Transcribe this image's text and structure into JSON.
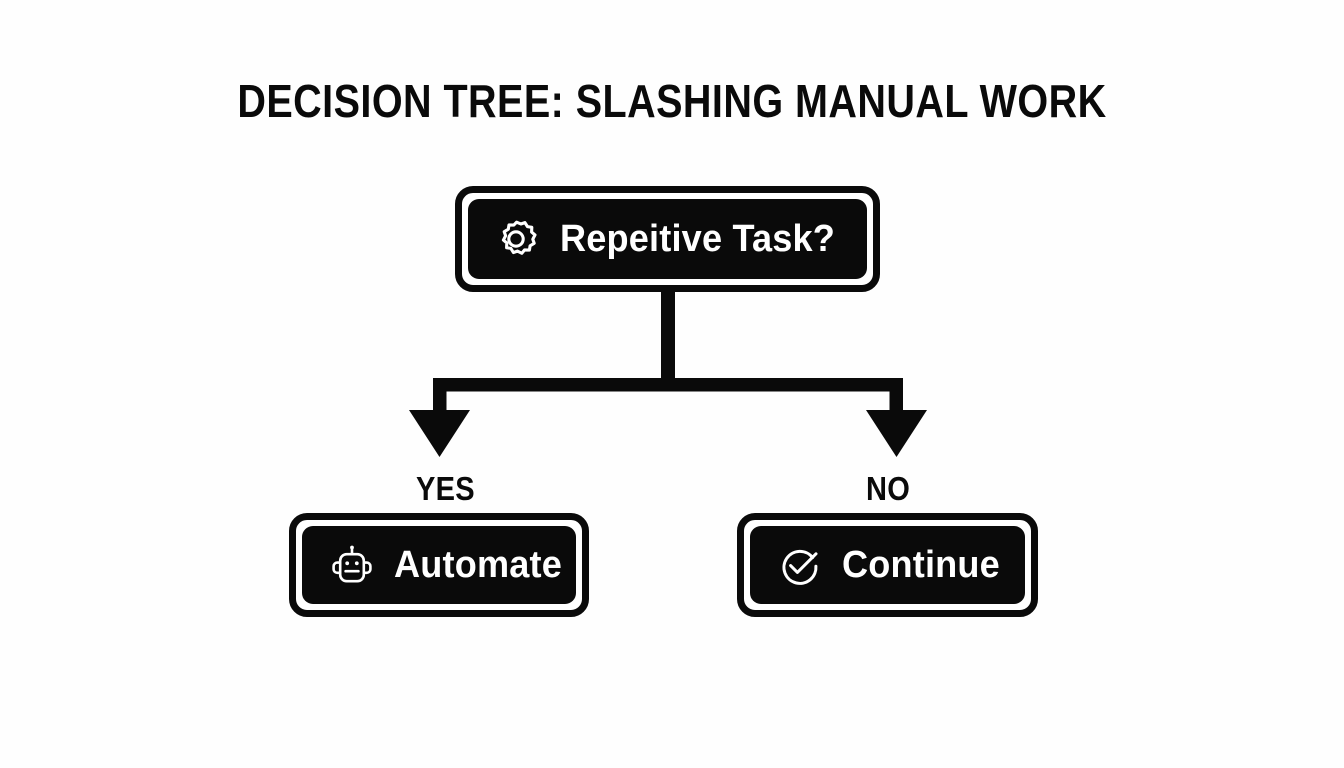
{
  "title": "DECISION TREE: SLASHING MANUAL WORK",
  "colors": {
    "background": "#fefefe",
    "ink": "#0a0a0a",
    "node_fill": "#0a0a0a",
    "node_text": "#ffffff",
    "node_border": "#0a0a0a",
    "node_gap": "#ffffff"
  },
  "nodes": {
    "root": {
      "label": "Repeitive Task?",
      "icon": "gear-icon"
    },
    "yes_branch": {
      "label": "Automate",
      "icon": "robot-icon"
    },
    "no_branch": {
      "label": "Continue",
      "icon": "check-circle-icon"
    }
  },
  "branches": {
    "yes": "YES",
    "no": "NO"
  }
}
